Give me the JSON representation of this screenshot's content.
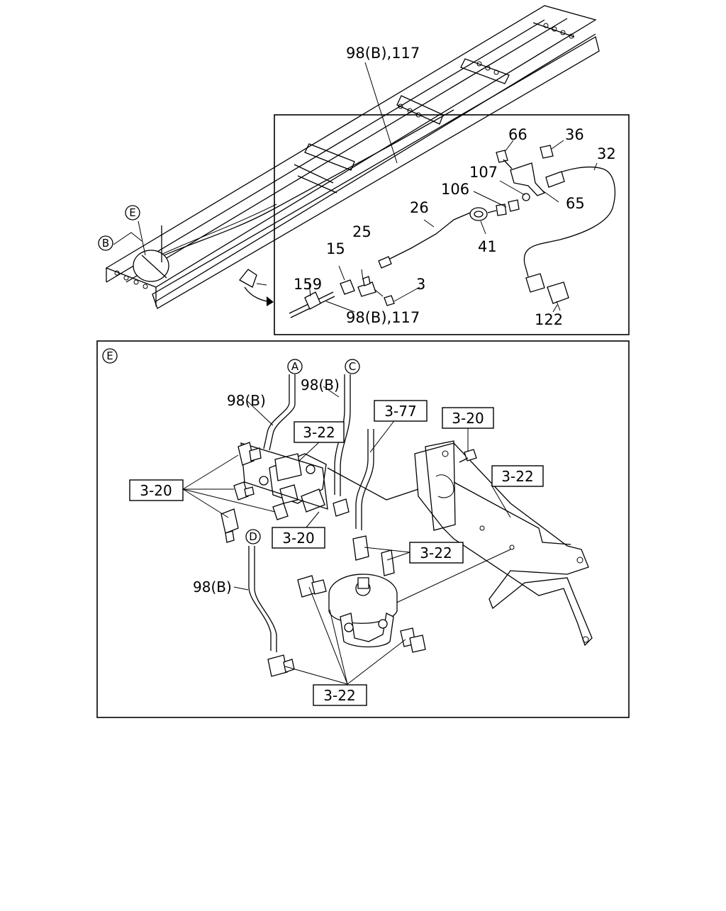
{
  "top_view": {
    "callouts": {
      "frame_pipe_top": "98(B),117",
      "c66": "66",
      "c36": "36",
      "c32": "32",
      "c107": "107",
      "c106": "106",
      "c65": "65",
      "c26": "26",
      "c25": "25",
      "c15": "15",
      "c159": "159",
      "c3": "3",
      "c41": "41",
      "c122": "122",
      "detail_pipe": "98(B),117"
    },
    "circle_refs": {
      "e_ref": "E",
      "b_ref": "B"
    }
  },
  "detail_e": {
    "section_ref": "E",
    "circle_refs": {
      "a": "A",
      "c": "C",
      "d": "D"
    },
    "pipe_labels": {
      "pipe_a": "98(B)",
      "pipe_c": "98(B)",
      "pipe_d": "98(B)"
    },
    "boxed_refs": {
      "ref_3_22_valve": "3-22",
      "ref_3_77": "3-77",
      "ref_3_20_bolt": "3-20",
      "ref_3_22_bracket": "3-22",
      "ref_3_20_fittings": "3-20",
      "ref_3_20_lower": "3-20",
      "ref_3_22_fittings": "3-22",
      "ref_3_22_relay": "3-22"
    }
  }
}
